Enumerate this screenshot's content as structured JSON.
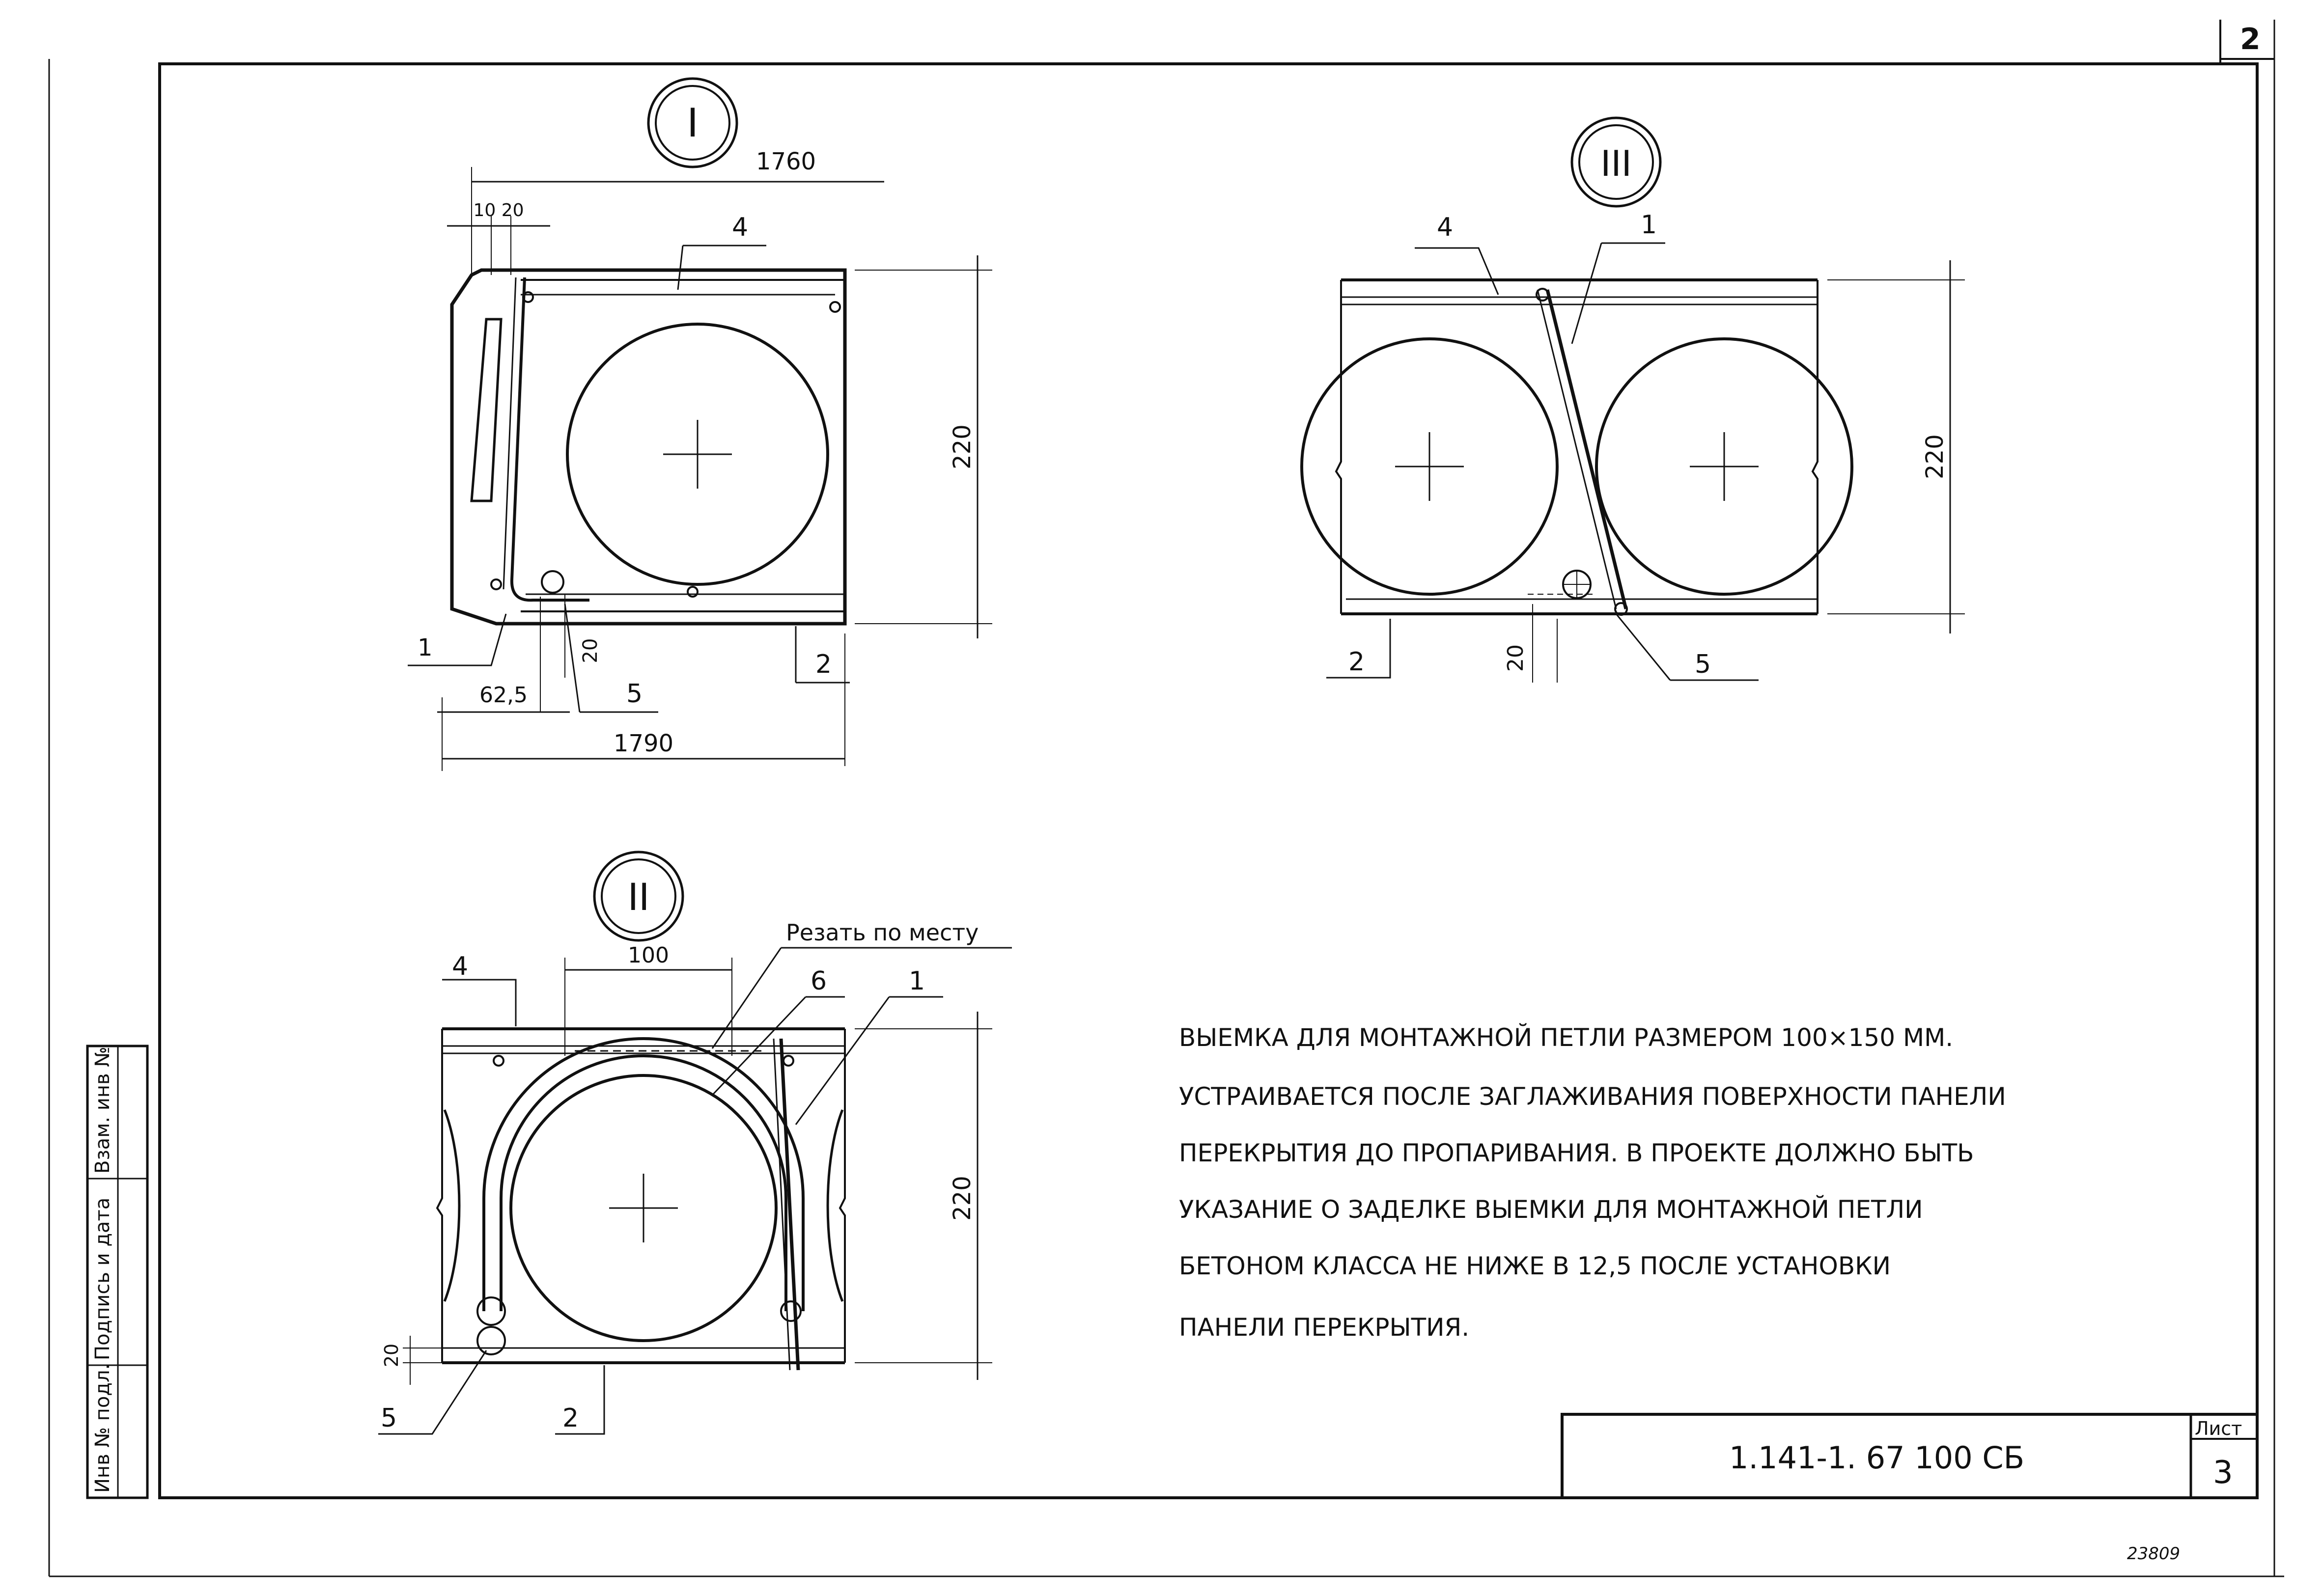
{
  "page_number": "2",
  "views": {
    "section_1": {
      "marker": "I",
      "dims": {
        "top_width": "1760",
        "left_offsets": "10 20",
        "height": "220",
        "bottom_gap": "20",
        "left_edge": "62,5",
        "bottom_width": "1790"
      },
      "callouts": {
        "c4": "4",
        "c1": "1",
        "c2": "2",
        "c5": "5"
      }
    },
    "section_3": {
      "marker": "III",
      "dims": {
        "height": "220",
        "bottom_gap": "20"
      },
      "callouts": {
        "c4": "4",
        "c1": "1",
        "c2": "2",
        "c5": "5"
      }
    },
    "section_2": {
      "marker": "II",
      "cut_note": "Резать по месту",
      "dims": {
        "width": "100",
        "height": "220",
        "bottom_gap": "20"
      },
      "callouts": {
        "c4": "4",
        "c6": "6",
        "c1": "1",
        "c5": "5",
        "c2": "2"
      }
    }
  },
  "note_lines": [
    "ВЫЕМКА ДЛЯ МОНТАЖНОЙ ПЕТЛИ РАЗМЕРОМ 100×150 ММ.",
    "УСТРАИВАЕТСЯ ПОСЛЕ ЗАГЛАЖИВАНИЯ ПОВЕРХНОСТИ ПАНЕЛИ",
    "ПЕРЕКРЫТИЯ ДО ПРОПАРИВАНИЯ. В ПРОЕКТЕ ДОЛЖНО БЫТЬ",
    "УКАЗАНИЕ О ЗАДЕЛКЕ ВЫЕМКИ ДЛЯ МОНТАЖНОЙ ПЕТЛИ",
    "БЕТОНОМ КЛАССА НЕ НИЖЕ В 12,5 ПОСЛЕ УСТАНОВКИ",
    "ПАНЕЛИ ПЕРЕКРЫТИЯ."
  ],
  "side_stamp": [
    "Инв № подл.",
    "Подпись и дата",
    "Взам. инв №"
  ],
  "title_block": {
    "code": "1.141-1. 67   100 СБ",
    "sheet_label": "Лист",
    "sheet_number": "3"
  },
  "corner_mark": "23809"
}
